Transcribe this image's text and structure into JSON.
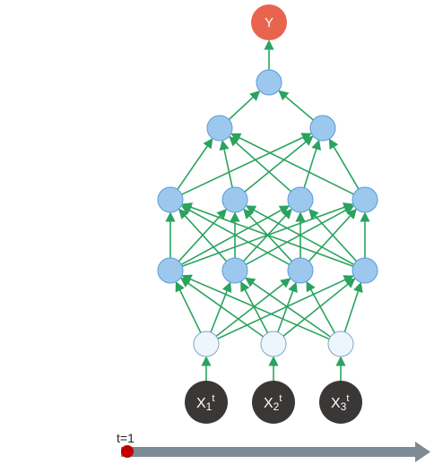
{
  "diagram": {
    "output_label": "Y",
    "input_labels": [
      {
        "base": "X",
        "sub": "1",
        "sup": "t"
      },
      {
        "base": "X",
        "sub": "2",
        "sup": "t"
      },
      {
        "base": "X",
        "sub": "3",
        "sup": "t"
      }
    ],
    "timeline_label": "t=1"
  },
  "colors": {
    "output_node": "#e8644f",
    "hidden_node": "#9dc8ee",
    "hidden_node_stroke": "#5a9bd6",
    "input_layer_node": "#eef6fc",
    "input_layer_stroke": "#7fa8c7",
    "input_node": "#3a3737",
    "edge": "#2aa35f",
    "timeline": "#7d8a93",
    "time_marker": "#c00000"
  },
  "icons": {
    "arrow": "arrow-right-icon",
    "marker": "time-marker-icon"
  }
}
